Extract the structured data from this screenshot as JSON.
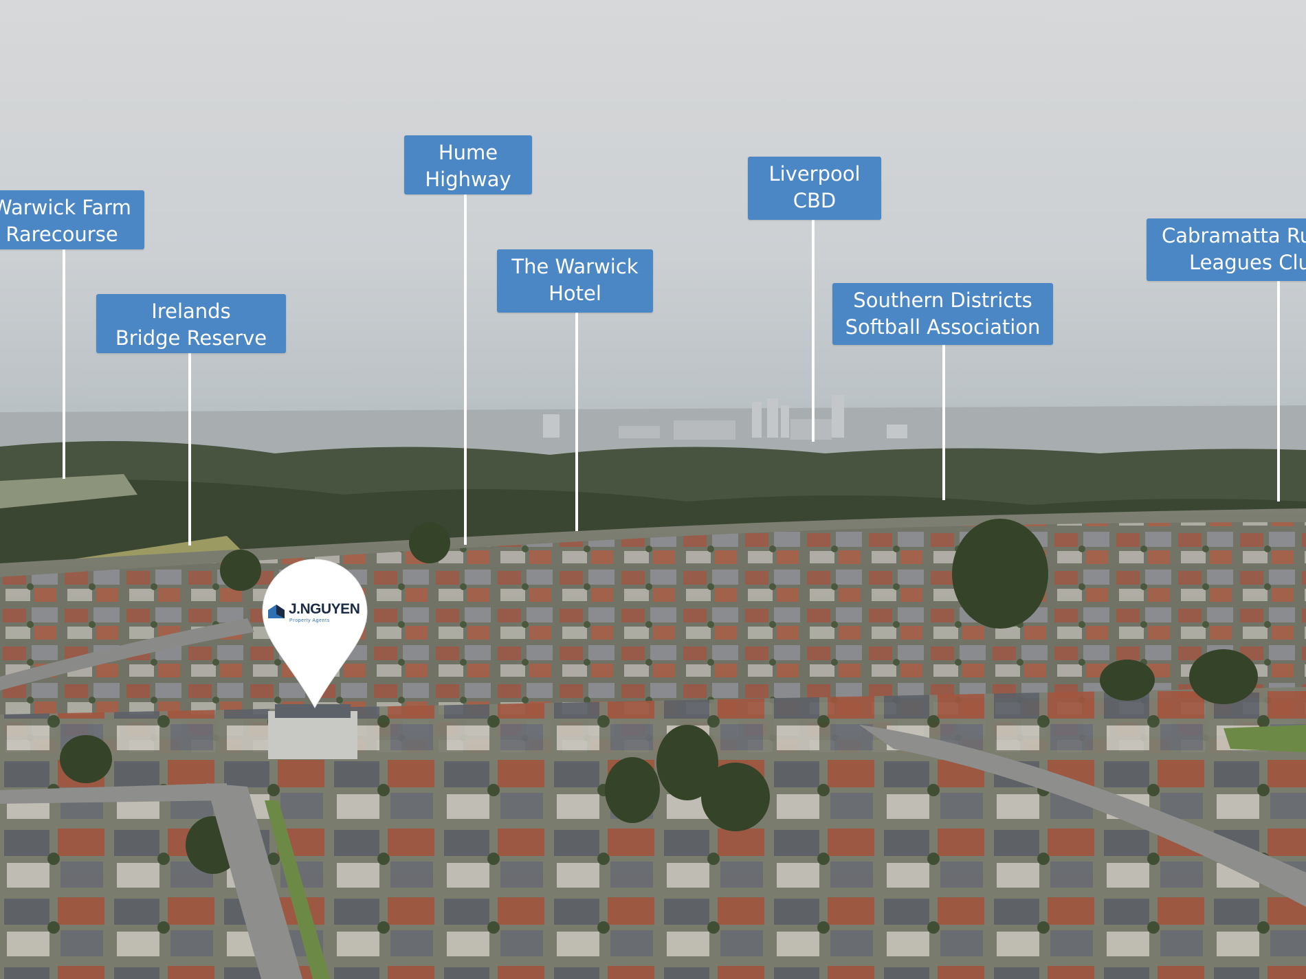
{
  "image": {
    "description_colors": {
      "sky": "#cfd2d5",
      "haze": "#b9bfc2",
      "trees": "#3e4a33",
      "callout": "#4b87c4",
      "callout_text": "#ffffff",
      "pin": "#ffffff"
    }
  },
  "callouts": [
    {
      "id": "warwick-farm",
      "lines": [
        "Warwick Farm",
        "Rarecourse"
      ]
    },
    {
      "id": "irelands-bridge",
      "lines": [
        "Irelands",
        "Bridge Reserve"
      ]
    },
    {
      "id": "hume-highway",
      "lines": [
        "Hume",
        "Highway"
      ]
    },
    {
      "id": "warwick-hotel",
      "lines": [
        "The Warwick",
        "Hotel"
      ]
    },
    {
      "id": "liverpool-cbd",
      "lines": [
        "Liverpool",
        "CBD"
      ]
    },
    {
      "id": "southern-districts",
      "lines": [
        "Southern Districts",
        "Softball Association"
      ]
    },
    {
      "id": "cabramatta",
      "lines": [
        "Cabramatta Ru",
        "Leagues Clu"
      ]
    }
  ],
  "pin": {
    "logo_word": "J.NGUYEN",
    "logo_sub": "Property Agents",
    "icon": "house-logo-icon"
  }
}
